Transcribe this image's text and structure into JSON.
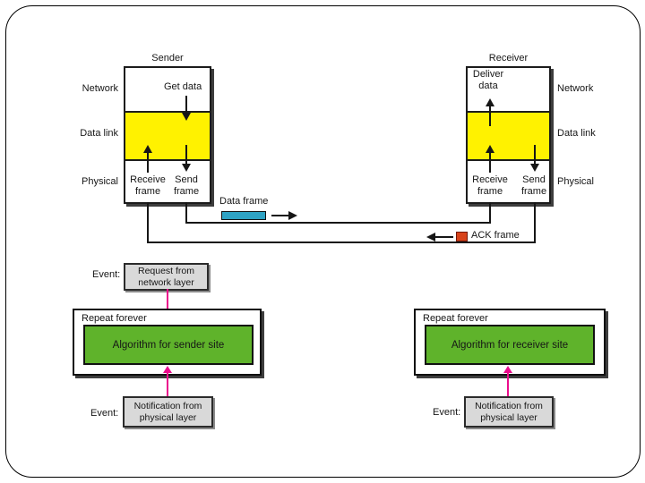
{
  "colors": {
    "data_link_fill": "#FFF200",
    "algorithm_fill": "#5FB32B",
    "event_box_fill": "#D9D9D9",
    "data_frame_fill": "#2EA3C4",
    "ack_frame_fill": "#D8431A",
    "event_arrow_color": "#EB0D8C"
  },
  "stations": {
    "sender": {
      "title": "Sender",
      "action_label": "Get data",
      "receive_label": "Receive frame",
      "send_label": "Send frame",
      "layers": [
        "Network",
        "Data link",
        "Physical"
      ]
    },
    "receiver": {
      "title": "Receiver",
      "action_label": "Deliver data",
      "receive_label": "Receive frame",
      "send_label": "Send frame",
      "layers": [
        "Network",
        "Data link",
        "Physical"
      ]
    }
  },
  "channel": {
    "data_frame_label": "Data frame",
    "ack_frame_label": "ACK frame"
  },
  "flows": {
    "sender": {
      "top_event_label": "Event:",
      "top_event_text": "Request from network layer",
      "repeat_label": "Repeat forever",
      "algorithm_text": "Algorithm for sender site",
      "bottom_event_label": "Event:",
      "bottom_event_text": "Notification from physical layer"
    },
    "receiver": {
      "repeat_label": "Repeat forever",
      "algorithm_text": "Algorithm for receiver site",
      "bottom_event_label": "Event:",
      "bottom_event_text": "Notification from physical layer"
    }
  }
}
